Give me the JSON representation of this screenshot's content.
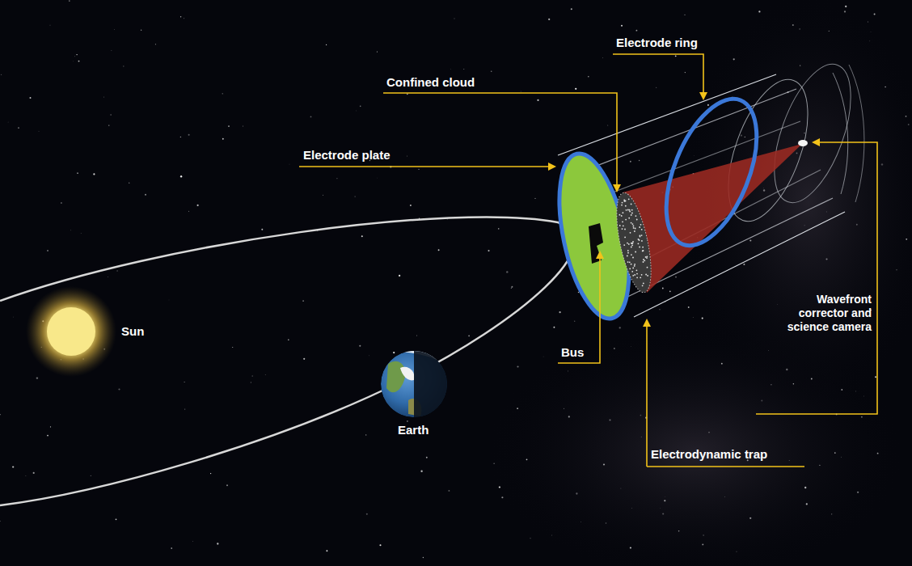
{
  "diagram": {
    "labels": [
      "Electrode ring",
      "Confined cloud",
      "Electrode plate",
      "Sun",
      "Earth",
      "Bus",
      "Electrodynamic trap",
      "Wavefront corrector and science camera"
    ]
  }
}
